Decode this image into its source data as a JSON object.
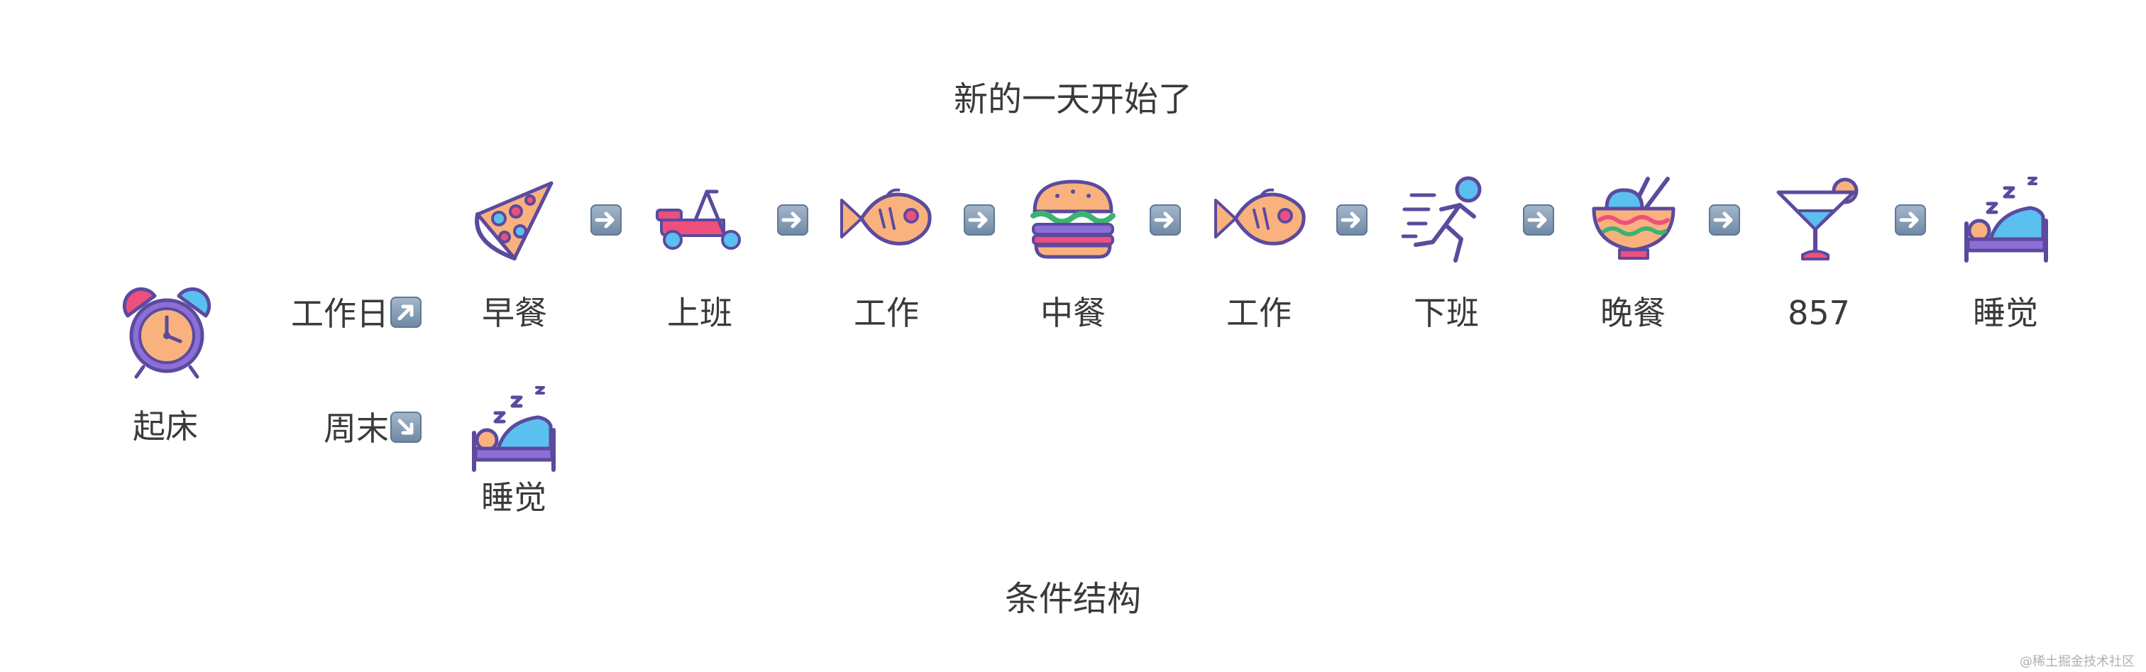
{
  "title": "新的一天开始了",
  "caption": "条件结构",
  "start": {
    "label": "起床",
    "icon": "alarm-clock-icon"
  },
  "branches": {
    "weekday": {
      "label": "工作日",
      "direction_icon": "arrow-up-right-icon"
    },
    "weekend": {
      "label": "周末",
      "direction_icon": "arrow-down-right-icon"
    }
  },
  "weekday_steps": [
    {
      "label": "早餐",
      "icon": "pizza-icon"
    },
    {
      "label": "上班",
      "icon": "scooter-icon"
    },
    {
      "label": "工作",
      "icon": "fish-icon"
    },
    {
      "label": "中餐",
      "icon": "burger-icon"
    },
    {
      "label": "工作",
      "icon": "fish-icon"
    },
    {
      "label": "下班",
      "icon": "running-person-icon"
    },
    {
      "label": "晚餐",
      "icon": "noodle-bowl-icon"
    },
    {
      "label": "857",
      "icon": "cocktail-icon"
    },
    {
      "label": "睡觉",
      "icon": "sleeping-bed-icon"
    }
  ],
  "weekend_steps": [
    {
      "label": "睡觉",
      "icon": "sleeping-bed-icon"
    }
  ],
  "step_connector_icon": "arrow-right-icon",
  "watermark": "@稀土掘金技术社区",
  "colors": {
    "outline": "#5b4a9e",
    "pink": "#ee4f7d",
    "orange": "#f9b27d",
    "blue": "#5bbff0",
    "arrow": "#7b93ad"
  }
}
